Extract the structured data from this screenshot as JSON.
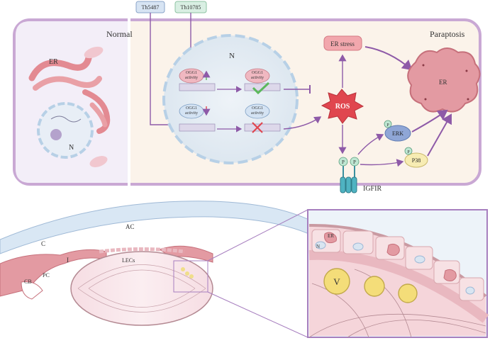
{
  "top_labels": {
    "drug_1": "Th5487",
    "drug_2": "Th10785",
    "normal": "Normal",
    "paraptosis": "Paraptosis",
    "nucleus": "N",
    "er_normal": "ER",
    "n_normal": "N",
    "ogg1_up": "OGG1\nactivity",
    "ogg1_up_result": "OGG1\nactivity",
    "ogg1_down": "OGG1\nactivity",
    "ogg1_down_result": "OGG1\nactivity",
    "er_stress": "ER stress",
    "ros": "ROS",
    "er_swollen": "ER",
    "erk": "ERK",
    "p38": "P38",
    "p": "P",
    "igfir": "IGFIR"
  },
  "bottom_labels": {
    "ac": "AC",
    "c": "C",
    "i": "I",
    "lecs": "LECs",
    "pc": "PC",
    "cb": "CB",
    "zoom_er": "ER",
    "zoom_n": "N",
    "zoom_v": "V"
  },
  "colors": {
    "panel_border": "#c9a8d4",
    "arrow": "#8e5aa8",
    "er_pink": "#e38a92",
    "ros_red": "#e0464f",
    "drug1_bg": "#d7e4f3",
    "drug2_bg": "#d9efe3"
  }
}
